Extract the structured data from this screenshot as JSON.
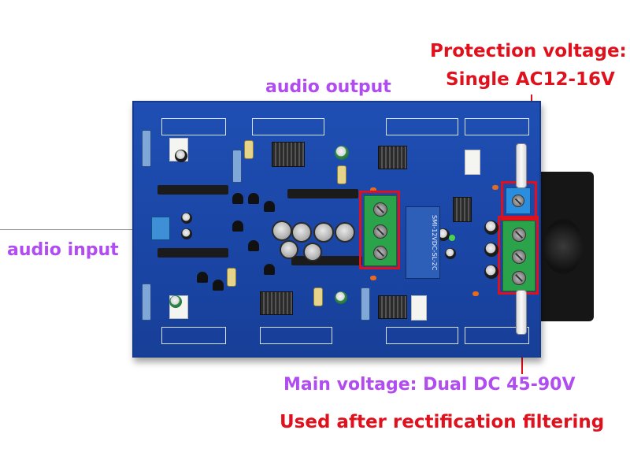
{
  "labels": {
    "protection_line1": "Protection voltage:",
    "protection_line2": "Single AC12-16V",
    "audio_output": "audio output",
    "audio_input": "audio input",
    "main_voltage": "Main voltage: Dual DC 45-90V",
    "rectification": "Used after rectification filtering"
  },
  "board": {
    "relay_text": "SMI-12VDC-SL-2C"
  },
  "colors": {
    "label_purple": "#b14cf0",
    "label_red": "#e0101c",
    "pcb_blue": "#1f4fb3",
    "terminal_green": "#2aa34a"
  }
}
